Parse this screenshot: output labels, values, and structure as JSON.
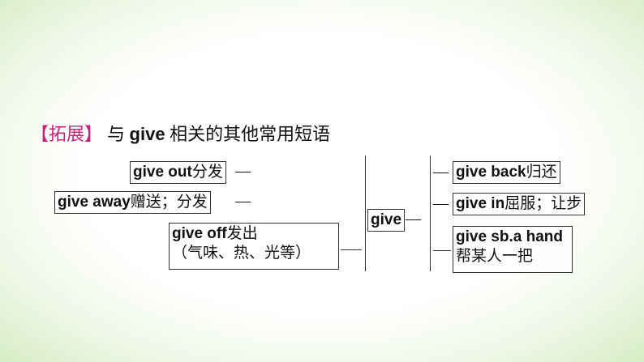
{
  "heading": {
    "tag": "【拓展】",
    "pre": "与 ",
    "keyword": "give",
    "post": " 相关的其他常用短语"
  },
  "center": {
    "label": "give"
  },
  "left": [
    {
      "phrase": "give out",
      "meaning": "分发"
    },
    {
      "phrase": "give away",
      "meaning": "赠送；分发"
    },
    {
      "phrase": "give off",
      "meaning": "发出",
      "meaning_line2": "（气味、热、光等）"
    }
  ],
  "right": [
    {
      "phrase": "give back",
      "meaning": "归还"
    },
    {
      "phrase": "give in",
      "meaning": "屈服；让步"
    },
    {
      "phrase": "give sb.a hand",
      "meaning": "帮某人一把"
    }
  ],
  "connector": "—",
  "colors": {
    "tag": "#c8207c",
    "text": "#111111",
    "bg_edge": "#d6ecc4"
  }
}
